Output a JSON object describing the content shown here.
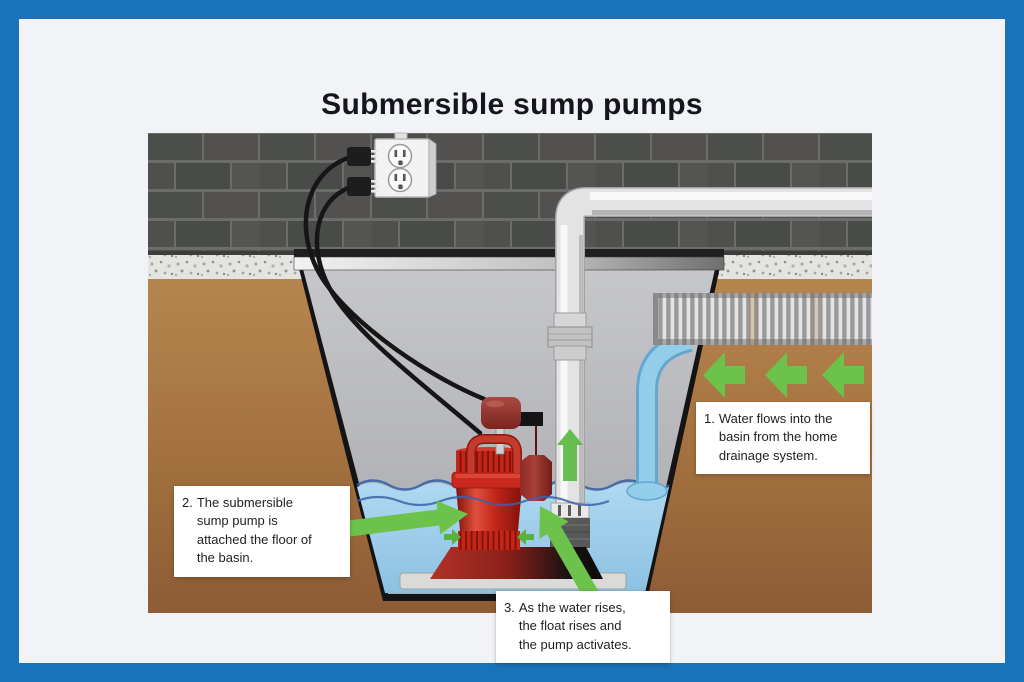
{
  "title": "Submersible sump pumps",
  "notes": [
    {
      "num": "1.",
      "lines": [
        "Water flows into the",
        "basin from the home",
        "drainage system."
      ]
    },
    {
      "num": "2.",
      "lines": [
        "The submersible",
        "sump pump is",
        "attached the floor of",
        "the basin."
      ]
    },
    {
      "num": "3.",
      "lines": [
        "As the water rises,",
        "the float rises and",
        "the pump activates."
      ]
    }
  ],
  "colors": {
    "frame_blue": "#1a73b9",
    "canvas_background": "#f2f3f7",
    "arrow_green": "#6cc24a",
    "pump_red": "#c8271b",
    "water_blue": "#a9d6ee",
    "wall_gray": "#4e504e",
    "soil_brown": "#ad7c4c"
  }
}
